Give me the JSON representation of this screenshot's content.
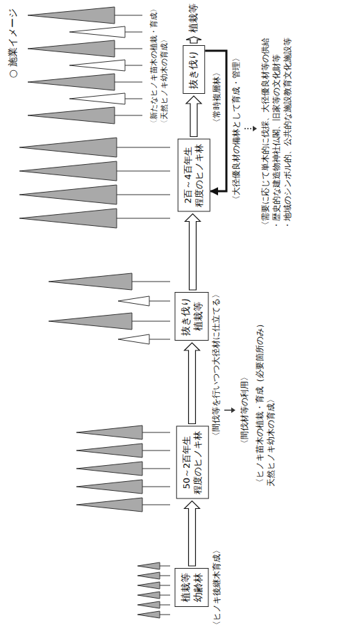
{
  "diagram": {
    "title": "○ 施業イメージ",
    "nodes": [
      {
        "text": [
          "植栽等 幼齢林"
        ]
      },
      {
        "text": [
          "50～2百年生 程度のヒノキ林"
        ]
      },
      {
        "text": [
          "抜き伐り 植栽等"
        ]
      },
      {
        "text": [
          "2百～4百年生 程度のヒノキ林"
        ]
      },
      {
        "text": [
          "抜き伐り"
        ]
      },
      {
        "text": [
          "植栽等"
        ]
      }
    ],
    "edges": [
      {
        "from": 0,
        "to": 1,
        "arrow": "to"
      },
      {
        "from": 1,
        "to": 2,
        "arrow": "to"
      },
      {
        "from": 2,
        "to": 3,
        "arrow": "to"
      },
      {
        "from": 3,
        "to": 4,
        "arrow": "to"
      },
      {
        "from": 4,
        "to": 5,
        "arrow": "to"
      },
      {
        "from": 4,
        "to": 3,
        "arrow": "to"
      }
    ],
    "labels": [
      "〈新たなヒノキ苗木の植栽・育成〉",
      "〈天然ヒノキ幼木の育成〉",
      "〈常時複層林〉",
      "〈大径優良材の備林として育成・管理〉",
      "〈需要に応じて単木的に伐採、大径優良材等の供給",
      "・歴史的な建造物神社仏閣、旧家等の文化財等",
      "・地域のシンボル的、公共的な施設教育文化施設等",
      "〈間伐等を行いつつ大径材に仕立てる〉",
      "〈間伐材等の利用〉",
      "〈ヒノキ苗木の植栽・育成（必要箇所のみ）",
      "天然ヒノキ幼木の育成〉",
      "〈ヒノキ後継木育成〉"
    ]
  }
}
